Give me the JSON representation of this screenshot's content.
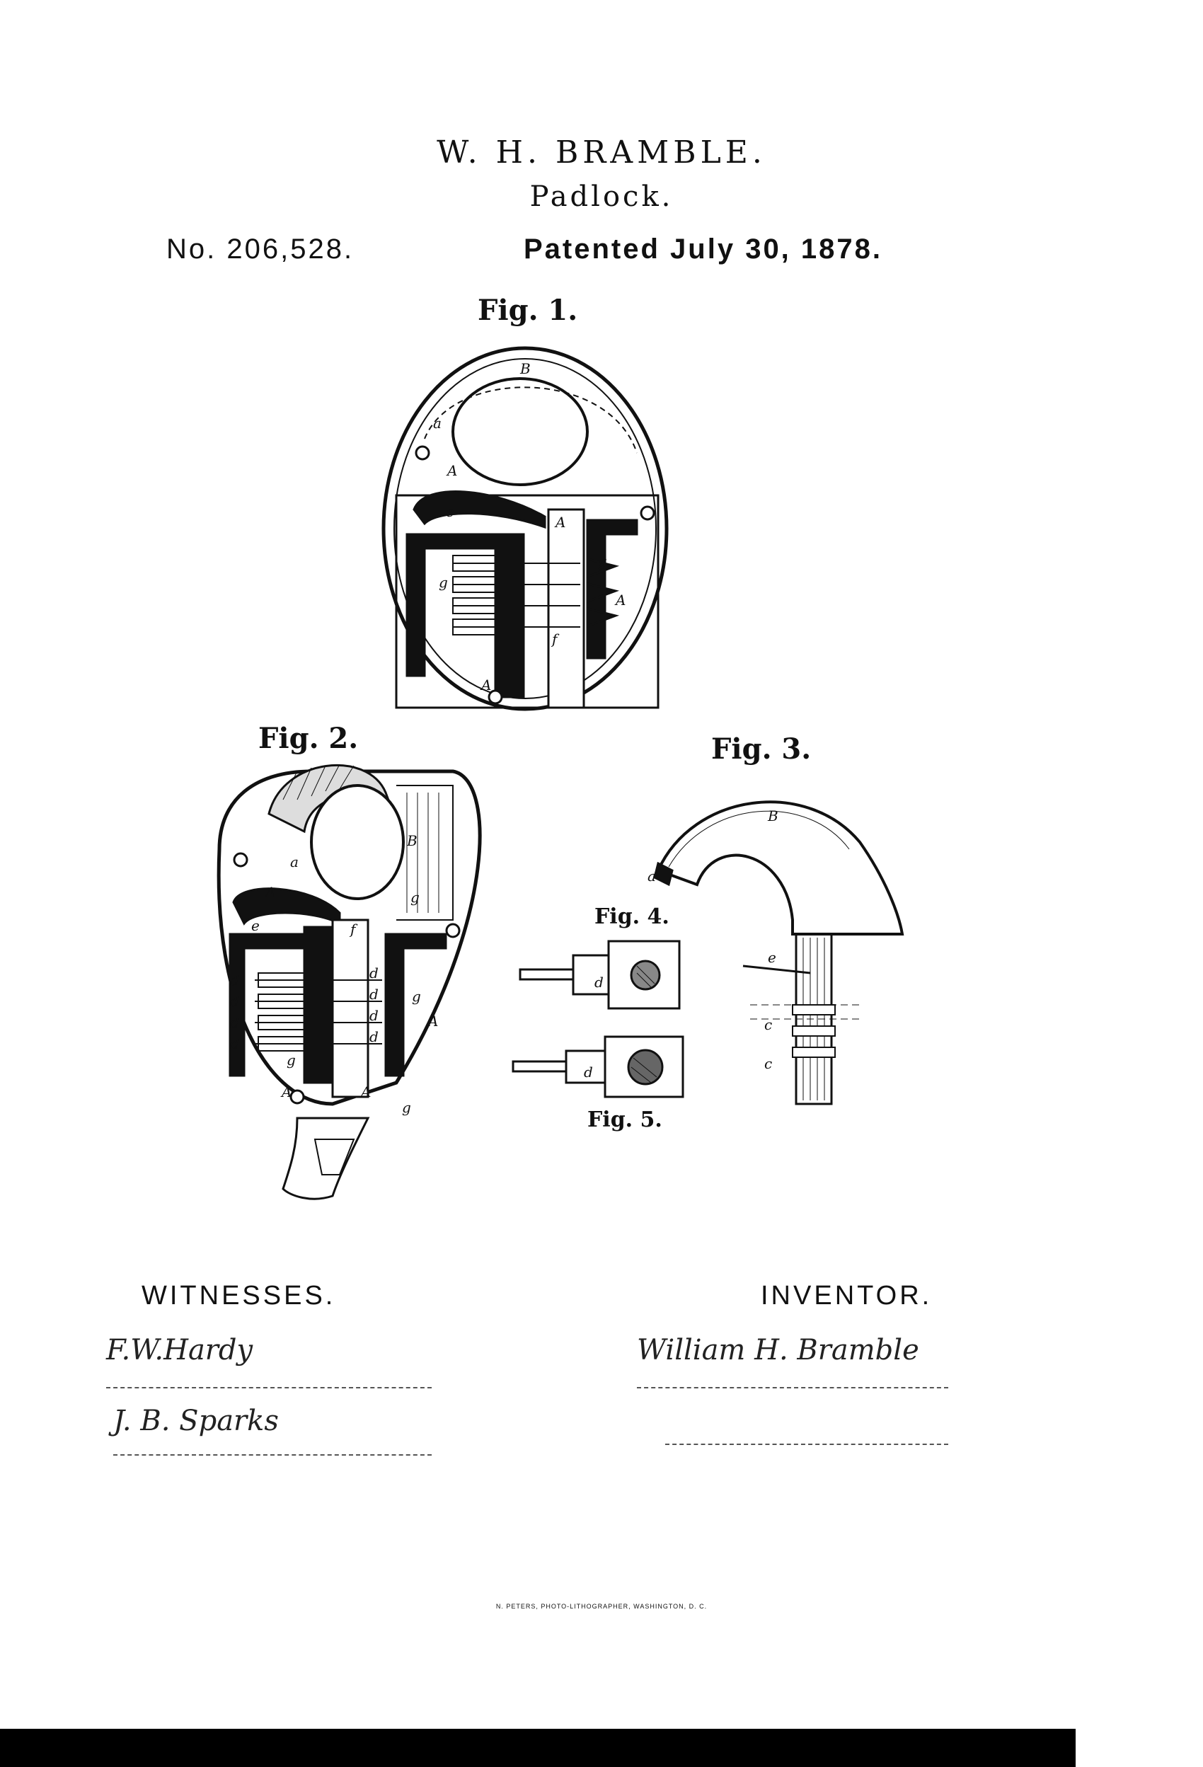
{
  "header": {
    "inventor": "W. H. BRAMBLE.",
    "title": "Padlock.",
    "patent_number": "No. 206,528.",
    "patent_date": "Patented July 30, 1878."
  },
  "figures": {
    "fig1": "Fig. 1.",
    "fig2": "Fig. 2.",
    "fig3": "Fig. 3.",
    "fig4": "Fig. 4.",
    "fig5": "Fig. 5."
  },
  "reference_letters": {
    "A": "A",
    "B": "B",
    "a": "a",
    "c": "c",
    "d": "d",
    "e": "e",
    "f": "f",
    "g": "g"
  },
  "witnesses": {
    "heading": "WITNESSES.",
    "signatures": [
      "F.W.Hardy",
      "J. B. Sparks"
    ]
  },
  "inventor_block": {
    "heading": "INVENTOR.",
    "signature": "William H. Bramble"
  },
  "printer_credit": "N. PETERS, PHOTO-LITHOGRAPHER, WASHINGTON, D. C."
}
